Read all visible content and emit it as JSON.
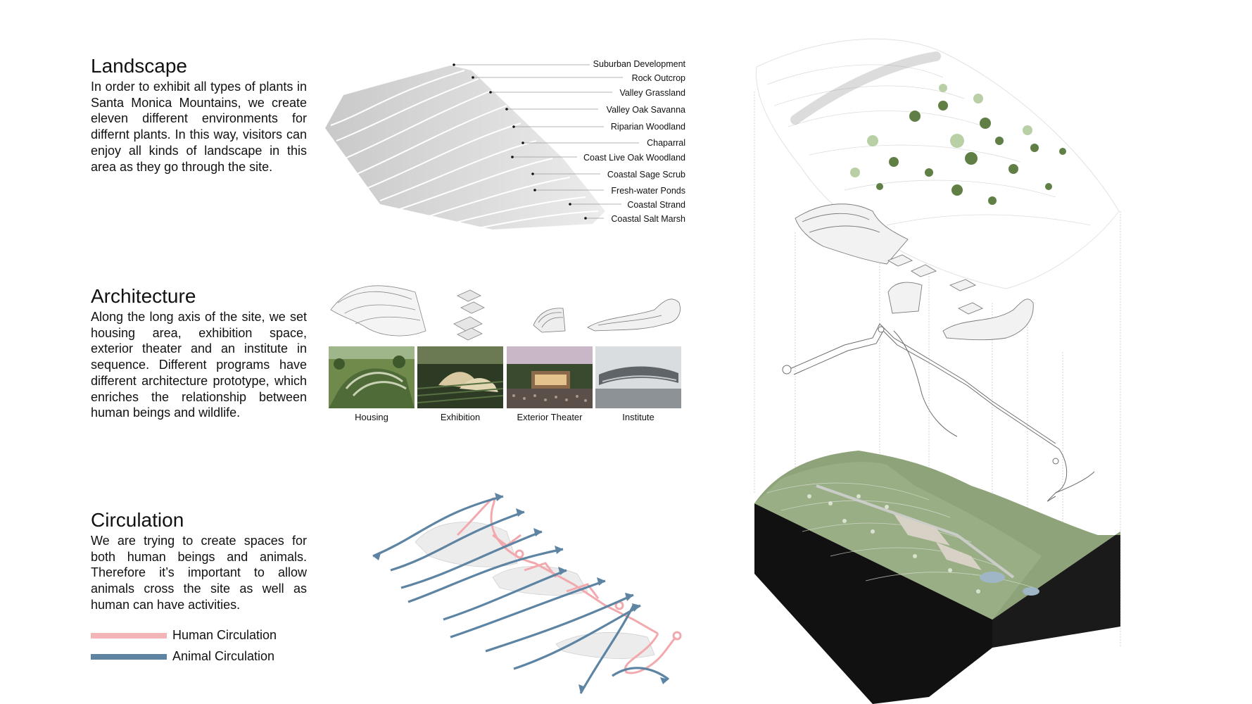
{
  "landscape": {
    "title": "Landscape",
    "body": "In order to exhibit all types of plants in Santa Monica Mountains, we create eleven different environments for differnt plants. In this way, visitors can enjoy all kinds of landscape in this area as they go through the site.",
    "zones": [
      "Suburban Development",
      "Rock Outcrop",
      "Valley Grassland",
      "Valley Oak Savanna",
      "Riparian Woodland",
      "Chaparral",
      "Coast Live Oak Woodland",
      "Coastal Sage Scrub",
      "Fresh-water Ponds",
      "Coastal Strand",
      "Coastal Salt Marsh"
    ]
  },
  "architecture": {
    "title": "Architecture",
    "body": "Along the long axis of the site, we set housing area, exhibition space, exterior theater and an institute in sequence. Different programs have different architecture prototype, which enriches the relationship between human beings and wildlife.",
    "programs": [
      "Housing",
      "Exhibition",
      "Exterior Theater",
      "Institute"
    ]
  },
  "circulation": {
    "title": "Circulation",
    "body": "We are trying to create spaces for both human beings and animals. Therefore it’s important to allow animals cross the site as well as human can have activities.",
    "legend": [
      {
        "label": "Human Circulation",
        "color": "#f2b4b6"
      },
      {
        "label": "Animal Circulation",
        "color": "#5d84a3"
      }
    ]
  },
  "colors": {
    "terrain_green": "#8fa37a",
    "terrain_dark": "#111111",
    "photo_sky": "#c9b7c7"
  }
}
